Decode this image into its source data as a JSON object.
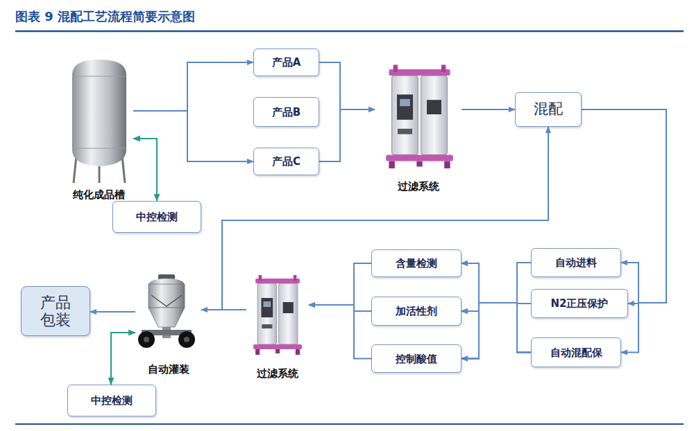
{
  "diagram": {
    "title": "图表 9 混配工艺流程简要示意图",
    "nodes": [
      {
        "text": [
          "纯化成品槽"
        ]
      },
      {
        "text": [
          "产品A"
        ]
      },
      {
        "text": [
          "产品B"
        ]
      },
      {
        "text": [
          "产品C"
        ]
      },
      {
        "text": [
          "过滤系统"
        ]
      },
      {
        "text": [
          "混配"
        ]
      },
      {
        "text": [
          "中控检测"
        ]
      },
      {
        "text": [
          "产品 包装"
        ]
      },
      {
        "text": [
          "自动灌装"
        ]
      },
      {
        "text": [
          "过滤系统"
        ]
      },
      {
        "text": [
          "含量检测"
        ]
      },
      {
        "text": [
          "加活性剂"
        ]
      },
      {
        "text": [
          "控制酸值"
        ]
      },
      {
        "text": [
          "自动进料"
        ]
      },
      {
        "text": [
          "N2正压保护"
        ]
      },
      {
        "text": [
          "自动混配保"
        ]
      },
      {
        "text": [
          "中控检测"
        ]
      }
    ],
    "edges": [
      {
        "from": 0,
        "to": 1,
        "arrow": "to"
      },
      {
        "from": 0,
        "to": 3,
        "arrow": "to"
      },
      {
        "from": 0,
        "to": 6,
        "arrow": "both"
      },
      {
        "from": 1,
        "to": 4,
        "arrow": "to"
      },
      {
        "from": 3,
        "to": 4,
        "arrow": "to"
      },
      {
        "from": 4,
        "to": 5,
        "arrow": "to"
      },
      {
        "from": 5,
        "to": 13,
        "arrow": "to"
      },
      {
        "from": 5,
        "to": 14,
        "arrow": "to"
      },
      {
        "from": 5,
        "to": 15,
        "arrow": "to"
      },
      {
        "from": 13,
        "to": 10,
        "arrow": "to"
      },
      {
        "from": 13,
        "to": 11,
        "arrow": "to"
      },
      {
        "from": 13,
        "to": 12,
        "arrow": "to"
      },
      {
        "from": 14,
        "to": 10,
        "arrow": "to"
      },
      {
        "from": 14,
        "to": 11,
        "arrow": "to"
      },
      {
        "from": 14,
        "to": 12,
        "arrow": "to"
      },
      {
        "from": 15,
        "to": 10,
        "arrow": "to"
      },
      {
        "from": 15,
        "to": 11,
        "arrow": "to"
      },
      {
        "from": 15,
        "to": 12,
        "arrow": "to"
      },
      {
        "from": 10,
        "to": 9,
        "arrow": "to"
      },
      {
        "from": 11,
        "to": 9,
        "arrow": "to"
      },
      {
        "from": 12,
        "to": 9,
        "arrow": "to"
      },
      {
        "from": 9,
        "to": 8,
        "arrow": "to"
      },
      {
        "from": 9,
        "to": 5,
        "arrow": "to"
      },
      {
        "from": 8,
        "to": 7,
        "arrow": "to"
      },
      {
        "from": 8,
        "to": 16,
        "arrow": "both"
      }
    ]
  }
}
